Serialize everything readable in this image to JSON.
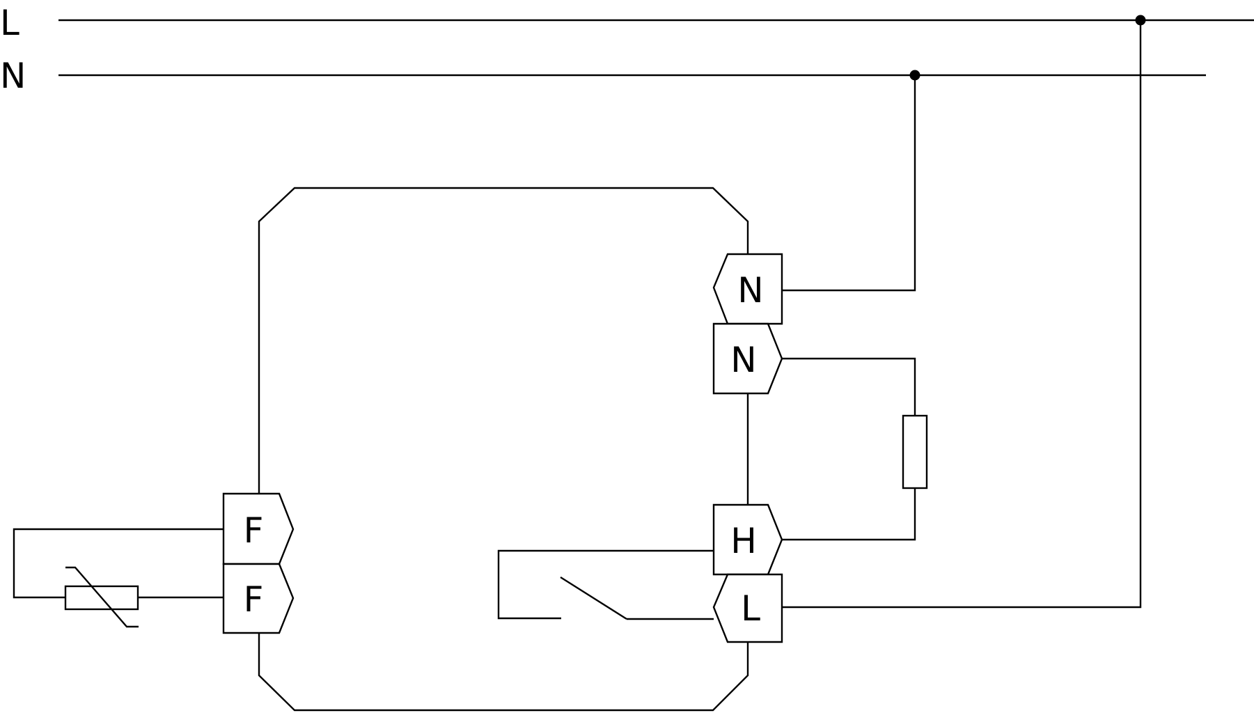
{
  "rails": {
    "live": "L",
    "neutral": "N"
  },
  "terminals": {
    "n_supply": "N",
    "n_load": "N",
    "h_output": "H",
    "l_supply": "L",
    "f_sensor_1": "F",
    "f_sensor_2": "F"
  },
  "colors": {
    "line": "#000000",
    "background": "#ffffff"
  }
}
